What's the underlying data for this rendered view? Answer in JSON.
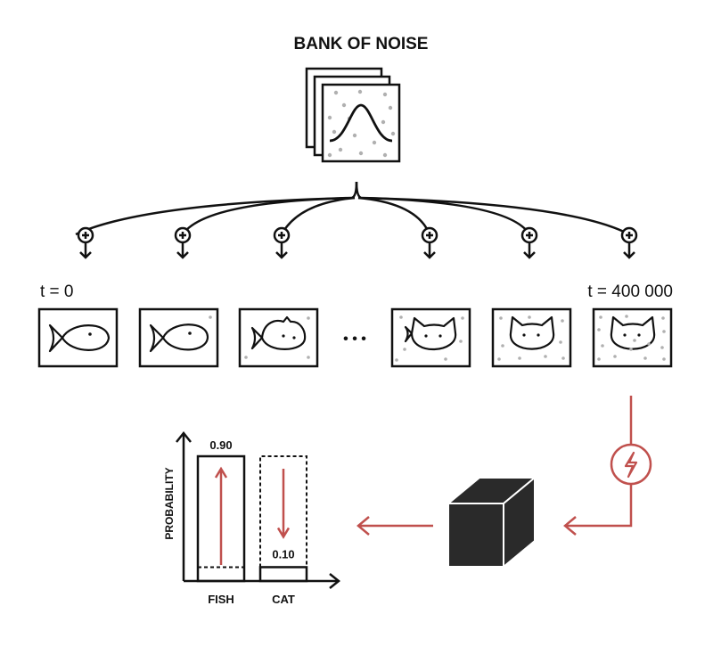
{
  "title": "BANK OF NOISE",
  "time_start_label": "t = 0",
  "time_end_label": "t = 400 000",
  "ellipsis": "• • •",
  "chart_data": {
    "type": "bar",
    "categories": [
      "FISH",
      "CAT"
    ],
    "values": [
      0.9,
      0.1
    ],
    "value_labels": [
      "0.90",
      "0.10"
    ],
    "ylabel": "PROBABILITY",
    "ylim": [
      0,
      1
    ]
  },
  "colors": {
    "ink": "#111111",
    "accent": "#c0504d",
    "noise_dot": "#b0b0b0",
    "box_fill": "#2a2a2a"
  },
  "icons": {
    "noise": "gaussian-curve-icon",
    "add": "plus-circle-icon",
    "power": "lightning-circle-icon",
    "model": "black-box-cube-icon"
  }
}
